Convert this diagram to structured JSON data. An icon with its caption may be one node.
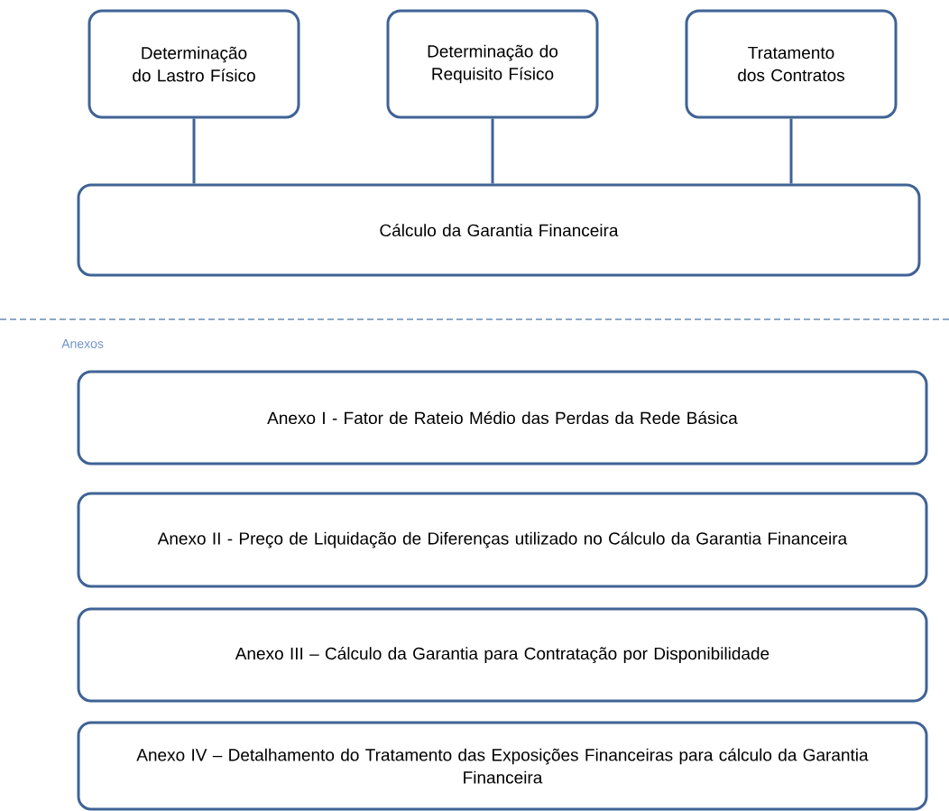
{
  "diagram": {
    "nodes": [
      {
        "text": [
          "Determinação do Lastro  Físico"
        ]
      },
      {
        "text": [
          "Determinação do Requisito Físico"
        ]
      },
      {
        "text": [
          "Tratamento dos Contratos"
        ]
      },
      {
        "text": [
          "Cálculo da Garantia Financeira"
        ]
      },
      {
        "text": [
          "Anexo I - Fator de Rateio Médio das Perdas da Rede Básica"
        ]
      },
      {
        "text": [
          "Anexo II - Preço de Liquidação de Diferenças utilizado no Cálculo da Garantia Financeira"
        ]
      },
      {
        "text": [
          "Anexo III – Cálculo da Garantia para Contratação por Disponibilidade"
        ]
      },
      {
        "text": [
          "Anexo IV – Detalhamento do Tratamento das Exposições Financeiras para cálculo da Garantia Financeira"
        ]
      }
    ],
    "edges": [
      {
        "from": 0,
        "to": 3,
        "arrow": "none"
      },
      {
        "from": 1,
        "to": 3,
        "arrow": "none"
      },
      {
        "from": 2,
        "to": 3,
        "arrow": "none"
      }
    ],
    "labels": [
      "Anexos"
    ]
  }
}
